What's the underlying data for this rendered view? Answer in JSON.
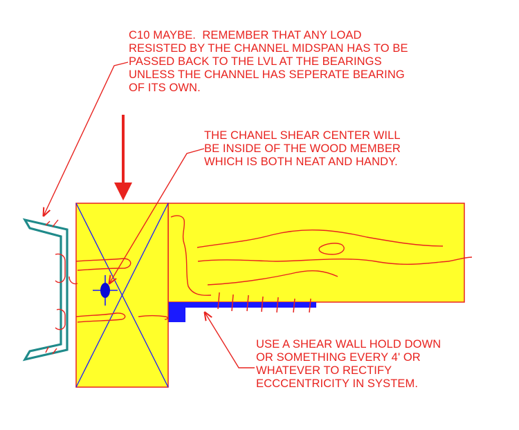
{
  "notes": {
    "channel_note": "C10 MAYBE.  REMEMBER THAT ANY LOAD\nRESISTED BY THE CHANNEL MIDSPAN HAS TO BE\nPASSED BACK TO THE LVL AT THE BEARINGS\nUNLESS THE CHANNEL HAS SEPERATE BEARING\nOF ITS OWN.",
    "shear_center_note": "THE CHANEL SHEAR CENTER WILL\nBE INSIDE OF THE WOOD MEMBER\nWHICH IS BOTH NEAT AND HANDY.",
    "hold_down_note": "USE A SHEAR WALL HOLD DOWN\nOR SOMETHING EVERY 4' OR\nWHATEVER TO RECTIFY\nECCCENTRICITY IN SYSTEM."
  },
  "colors": {
    "annotation": "#e8231f",
    "wood_fill": "#ffff2a",
    "wood_outline": "#e8231f",
    "channel": "#1f8a8a",
    "steel_plate": "#1a1aff",
    "shear_center_line": "#1a1aff",
    "shear_center_dot": "#0a0ad6"
  },
  "icons": {
    "load_arrow": "down-arrow-icon",
    "shear_center": "crosshair-icon"
  }
}
